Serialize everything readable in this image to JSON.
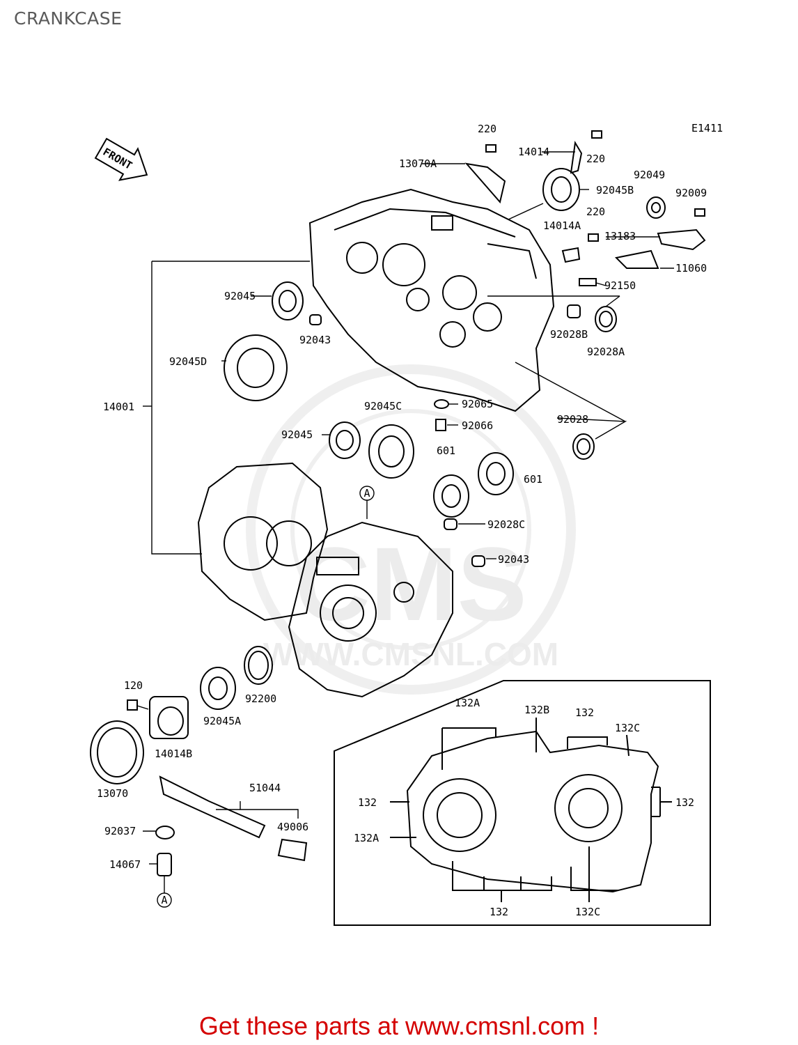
{
  "page": {
    "title": "CRANKCASE"
  },
  "diagram": {
    "code": "E1411",
    "front_label": "FRONT",
    "circle_marker": "A",
    "labels": {
      "l220a": "220",
      "l14014": "14014",
      "l220b": "220",
      "l13070a": "13070A",
      "l92045b": "92045B",
      "l92049": "92049",
      "l92009": "92009",
      "l220c": "220",
      "l14014a": "14014A",
      "l13183": "13183",
      "l11060": "11060",
      "l92150": "92150",
      "l92045a_top": "92045",
      "l92043a": "92043",
      "l92028b": "92028B",
      "l92028a": "92028A",
      "l92045d": "92045D",
      "l14001": "14001",
      "l92045c": "92045C",
      "l92065": "92065",
      "l92066": "92066",
      "l92028": "92028",
      "l92045b_mid": "92045",
      "l601a": "601",
      "l601b": "601",
      "l92028c": "92028C",
      "l92043b": "92043",
      "l120": "120",
      "l92200": "92200",
      "l92045a": "92045A",
      "l14014b": "14014B",
      "l13070": "13070",
      "l51044": "51044",
      "l49006": "49006",
      "l92037": "92037",
      "l14067": "14067",
      "l132a_top": "132A",
      "l132b": "132B",
      "l132_top": "132",
      "l132c_top": "132C",
      "l132_left": "132",
      "l132a_left": "132A",
      "l132_right": "132",
      "l132_bottom": "132",
      "l132c_bottom": "132C"
    }
  },
  "watermark": {
    "line1": "CMS",
    "line2": "WWW.CMSNL.COM"
  },
  "footer": {
    "cta": "Get these parts at www.cmsnl.com !"
  }
}
